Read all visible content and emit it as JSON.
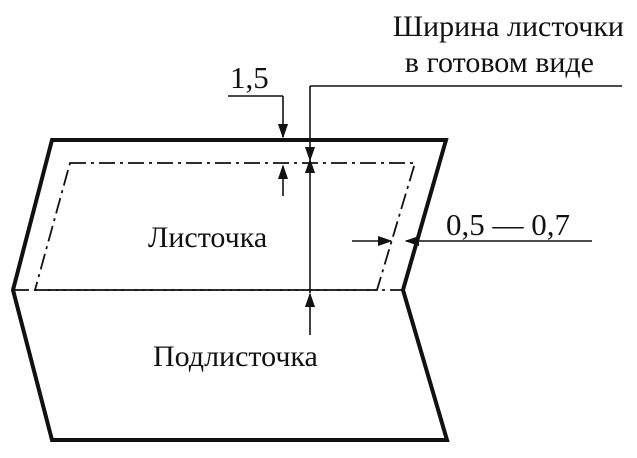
{
  "labels": {
    "width_title_line1": "Ширина листочки",
    "width_title_line2": "в готовом виде",
    "dim_top": "1,5",
    "dim_side": "0,5 — 0,7",
    "upper_part": "Листочка",
    "lower_part": "Подлисточка"
  },
  "colors": {
    "ink": "#111111",
    "background": "#ffffff"
  }
}
